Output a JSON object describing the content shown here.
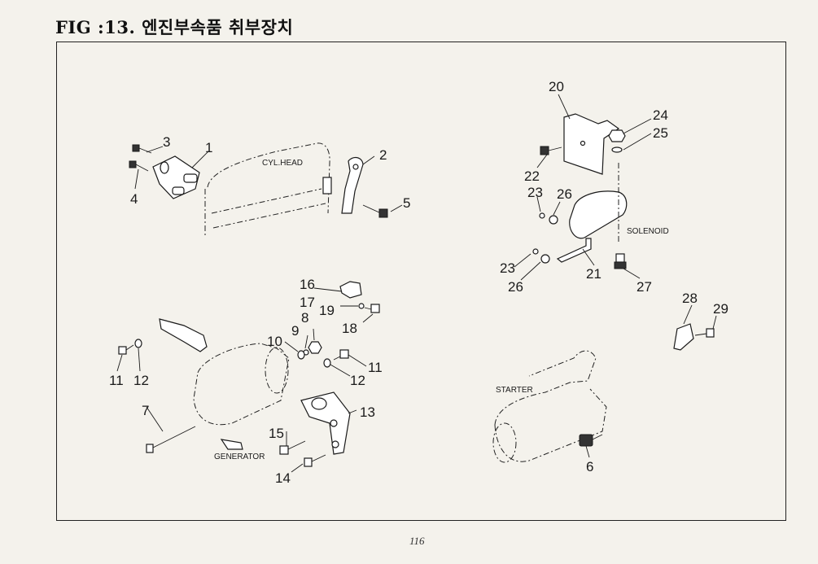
{
  "title": "FIG :13. 엔진부속품 취부장치",
  "page_number": "116",
  "labels": {
    "cyl_head": "CYL.HEAD",
    "solenoid": "SOLENOID",
    "generator": "GENERATOR",
    "starter": "STARTER"
  },
  "callouts": [
    {
      "id": "c1",
      "text": "1"
    },
    {
      "id": "c2",
      "text": "2"
    },
    {
      "id": "c3",
      "text": "3"
    },
    {
      "id": "c4",
      "text": "4"
    },
    {
      "id": "c5",
      "text": "5"
    },
    {
      "id": "c6",
      "text": "6"
    },
    {
      "id": "c7",
      "text": "7"
    },
    {
      "id": "c8",
      "text": "8"
    },
    {
      "id": "c9",
      "text": "9"
    },
    {
      "id": "c10",
      "text": "10"
    },
    {
      "id": "c11a",
      "text": "11"
    },
    {
      "id": "c11b",
      "text": "11"
    },
    {
      "id": "c12a",
      "text": "12"
    },
    {
      "id": "c12b",
      "text": "12"
    },
    {
      "id": "c13",
      "text": "13"
    },
    {
      "id": "c14",
      "text": "14"
    },
    {
      "id": "c15",
      "text": "15"
    },
    {
      "id": "c16",
      "text": "16"
    },
    {
      "id": "c17",
      "text": "17"
    },
    {
      "id": "c18",
      "text": "18"
    },
    {
      "id": "c19",
      "text": "19"
    },
    {
      "id": "c20",
      "text": "20"
    },
    {
      "id": "c21",
      "text": "21"
    },
    {
      "id": "c22",
      "text": "22"
    },
    {
      "id": "c23a",
      "text": "23"
    },
    {
      "id": "c23b",
      "text": "23"
    },
    {
      "id": "c24",
      "text": "24"
    },
    {
      "id": "c25",
      "text": "25"
    },
    {
      "id": "c26a",
      "text": "26"
    },
    {
      "id": "c26b",
      "text": "26"
    },
    {
      "id": "c27",
      "text": "27"
    },
    {
      "id": "c28",
      "text": "28"
    },
    {
      "id": "c29",
      "text": "29"
    }
  ]
}
